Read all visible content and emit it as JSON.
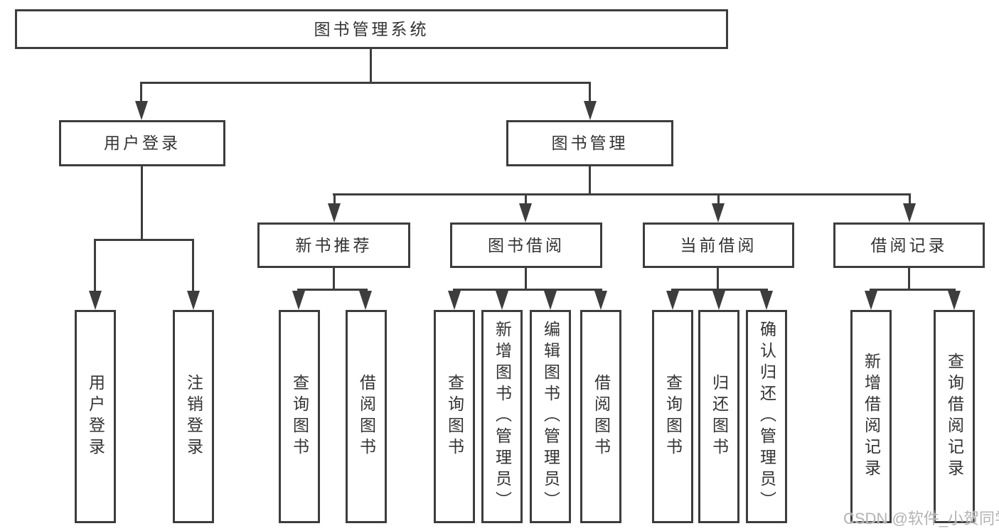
{
  "diagram": {
    "root": {
      "label": "图书管理系统"
    },
    "user_login": {
      "label": "用户登录",
      "children": [
        {
          "label": "用户登录"
        },
        {
          "label": "注销登录"
        }
      ]
    },
    "book_management": {
      "label": "图书管理",
      "children": [
        {
          "label": "新书推荐",
          "children": [
            {
              "label": "查询图书"
            },
            {
              "label": "借阅图书"
            }
          ]
        },
        {
          "label": "图书借阅",
          "children": [
            {
              "label": "查询图书"
            },
            {
              "label": "新增图书（管理员）"
            },
            {
              "label": "编辑图书（管理员）"
            },
            {
              "label": "借阅图书"
            }
          ]
        },
        {
          "label": "当前借阅",
          "children": [
            {
              "label": "查询图书"
            },
            {
              "label": "归还图书"
            },
            {
              "label": "确认归还（管理员）"
            }
          ]
        },
        {
          "label": "借阅记录",
          "children": [
            {
              "label": "新增借阅记录"
            },
            {
              "label": "查询借阅记录"
            }
          ]
        }
      ]
    }
  },
  "watermark": {
    "text": "CSDN @软件_小贺同学"
  },
  "colors": {
    "line": "#3d3d3d",
    "text": "#333333",
    "watermark": "#b3b3b3",
    "background": "#ffffff"
  }
}
